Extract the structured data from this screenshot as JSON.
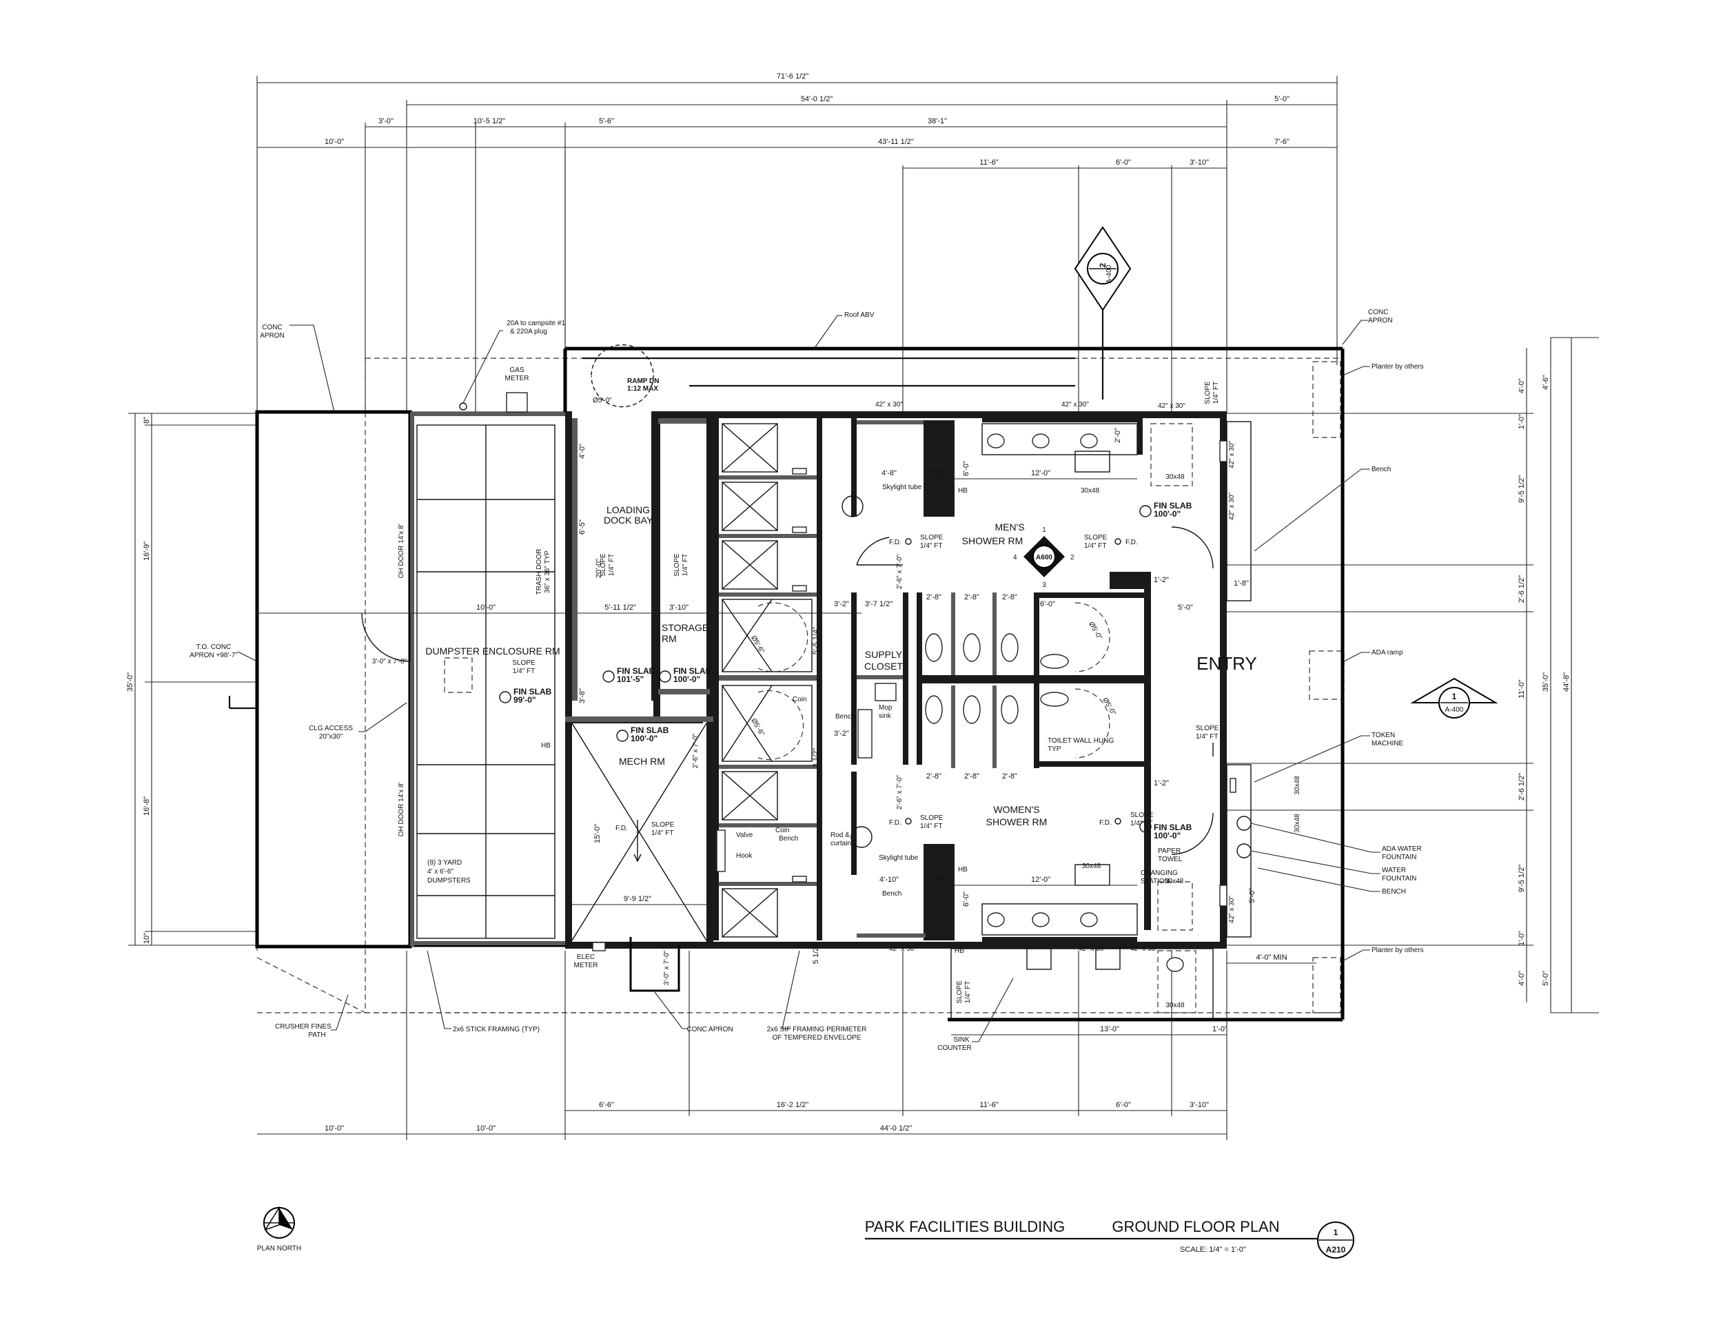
{
  "drawing": {
    "title_building": "PARK  FACILITIES BUILDING",
    "title_sheet": "GROUND FLOOR PLAN",
    "scale_text": "SCALE:   1/4\" = 1'-0\"",
    "detail_num": "1",
    "detail_sheet": "A210",
    "north_label": "PLAN NORTH"
  },
  "rooms": {
    "dumpster": "DUMPSTER ENCLOSURE RM",
    "loading1": "LOADING",
    "loading2": "DOCK BAY",
    "storage1": "STORAGE",
    "storage2": "RM",
    "mech": "MECH RM",
    "supply1": "SUPPLY",
    "supply2": "CLOSET",
    "mens1": "MEN'S",
    "mens2": "SHOWER RM",
    "womens1": "WOMEN'S",
    "womens2": "SHOWER RM",
    "entry": "ENTRY"
  },
  "section_markers": {
    "top_num": "2",
    "top_sheet": "A-400",
    "right_num": "1",
    "right_sheet": "A-400",
    "int_sheet": "A600",
    "int_1": "1",
    "int_2": "2",
    "int_3": "3",
    "int_4": "4"
  },
  "fin_slab": {
    "label": "FIN SLAB",
    "v_9903": "99'-0\"",
    "v_1015": "101'-5\"",
    "v_100": "100'-0\""
  },
  "dims_top": {
    "d1": "71'-6 1/2\"",
    "d2": "54'-0 1/2\"",
    "d3": "5'-0\"",
    "d4": "3'-0\"",
    "d5": "10'-5 1/2\"",
    "d6": "5'-6\"",
    "d7": "38'-1\"",
    "d8": "10'-0\"",
    "d9": "43'-11 1/2\"",
    "d10": "7'-6\"",
    "d11": "11'-6\"",
    "d12": "6'-0\"",
    "d13": "3'-10\""
  },
  "dims_bottom": {
    "b1": "10'-0\"",
    "b2": "10'-0\"",
    "b3": "6'-6\"",
    "b4": "16'-2 1/2\"",
    "b5": "44'-0 1/2\"",
    "b6": "11'-6\"",
    "b7": "6'-0\"",
    "b8": "3'-10\"",
    "b9": "13'-0\"",
    "b10": "1'-0\"",
    "b11": "4'-0\" MIN"
  },
  "dims_left": {
    "l1": "8\"",
    "l2": "16'-9\"",
    "l3": "35'-0\"",
    "l4": "16'-8\"",
    "l5": "10\""
  },
  "dims_right": {
    "r1": "4'-0\"",
    "r2": "4'-6\"",
    "r3": "1'-0\"",
    "r4": "9'-5 1/2\"",
    "r5": "2'-6 1/2\"",
    "r6": "11'-0\"",
    "r7": "35'-0\"",
    "r8": "44'-8\"",
    "r9": "2'-6 1/2\"",
    "r10": "9'-5 1/2\"",
    "r11": "1'-0\"",
    "r12": "4'-0\"",
    "r13": "5'-0\""
  },
  "dims_interior": {
    "i1": "10'-0\"",
    "i2": "5'-11 1/2\"",
    "i3": "3'-10\"",
    "i4": "3'-7 1/2\"",
    "i5": "5'-0\"",
    "i6": "9'-9 1/2\"",
    "i7": "15'-0\"",
    "i8": "20'-0\"",
    "i9": "6'-5\"",
    "i10": "4'-0\"",
    "i11": "3'-8\"",
    "i12": "2'-8\"",
    "i13": "12'-0\"",
    "i14": "4'-8\"",
    "i15": "1'-8\"",
    "i16": "4'-10\"",
    "i17": "6'-0\"",
    "i18": "2'-0\"",
    "i19": "1'-2\"",
    "i20": "1'-8\"",
    "i21": "6'-0\"",
    "i22": "3'-2\"",
    "i23": "5 1/2\"",
    "i24": "3 1/2\"",
    "i25": "5'-5 1/4\"",
    "i26": "5'-0\"",
    "i27": "3'-6\"",
    "i28": "3'-8\""
  },
  "notes": {
    "conc_apron_l1": "CONC",
    "conc_apron_l2": "APRON",
    "campsite1": "20A to campsite #1",
    "campsite2": "&      220A plug",
    "gas1": "GAS",
    "gas2": "METER",
    "roof": "Roof ABV",
    "ramp1": "RAMP DN",
    "ramp2": "1:12 MAX",
    "ramp_dia": "Ø5'-0\"",
    "oh_door": "OH DOOR 14'x 8'",
    "trash1": "TRASH DOOR",
    "trash2": "36\" x 36\" TYP",
    "slope1": "SLOPE",
    "slope2": "1/4\" FT",
    "to_conc1": "T.O.  CONC",
    "to_conc2": "APRON +98'-7\"",
    "door_3070": "3'-0\" x 7'-0\"",
    "door_2670": "2'-6\" x 7'-0\"",
    "clg1": "CLG ACCESS",
    "clg2": "20\"x30\"",
    "dumpsters1": "(8) 3 YARD",
    "dumpsters2": "4' x 6'-6\"",
    "dumpsters3": "DUMPSTERS",
    "hb": "HB",
    "fd": "F.D.",
    "skylight": "Skylight tube",
    "coin": "Coin",
    "bench": "Bench",
    "valve": "Valve",
    "hook": "Hook",
    "mop1": "Mop",
    "mop2": "sink",
    "rod1": "Rod &",
    "rod2": "curtain",
    "sink_42x30": "42\" x 30\"",
    "c3048": "30x48",
    "toilet1": "TOILET WALL HUNG",
    "toilet2": "TYP",
    "changing1": "CHANGING",
    "changing2": "STATION",
    "paper1": "PAPER",
    "paper2": "TOWEL",
    "planter": "Planter by others",
    "ada_ramp": "ADA ramp",
    "token1": "TOKEN",
    "token2": "MACHINE",
    "adaw1": "ADA WATER",
    "adaw2": "FOUNTAIN",
    "water1": "WATER",
    "water2": "FOUNTAIN",
    "bench_caps": "BENCH",
    "elec1": "ELEC",
    "elec2": "METER",
    "crusher1": "CRUSHER FINES",
    "crusher2": "PATH",
    "stick": "2x6 STICK FRAMING (TYP)",
    "conc_apron_bottom": "CONC APRON",
    "sip1": "2x6 SIP FRAMING PERIMETER",
    "sip2": "OF TEMPERED ENVELOPE",
    "sink1": "SINK",
    "sink2": "COUNTER",
    "dia_56": "Ø5'-6\"",
    "dia_50": "Ø5'-0\""
  }
}
